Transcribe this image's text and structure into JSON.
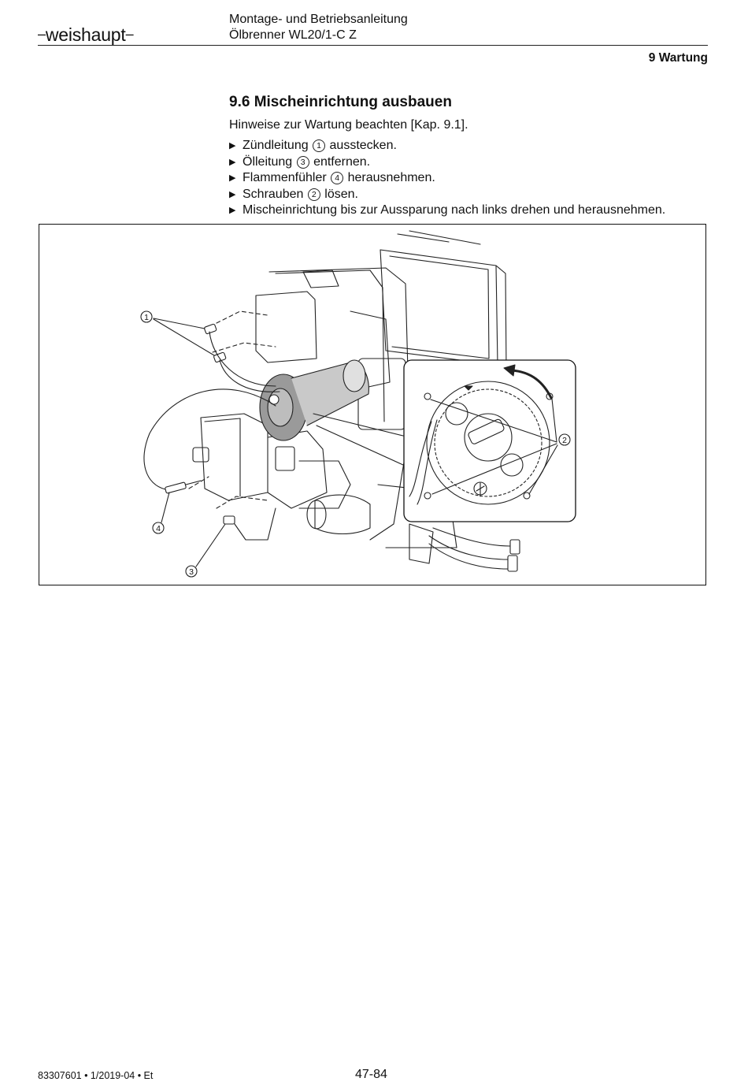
{
  "header": {
    "brand": "weishaupt",
    "title_line1": "Montage- und Betriebsanleitung",
    "title_line2": "Ölbrenner WL20/1-C Z",
    "chapter": "9 Wartung"
  },
  "section": {
    "title": "9.6 Mischeinrichtung ausbauen",
    "intro": "Hinweise zur Wartung beachten [Kap. 9.1].",
    "steps": [
      {
        "before": "Zündleitung",
        "num": "1",
        "after": "ausstecken."
      },
      {
        "before": "Ölleitung",
        "num": "3",
        "after": "entfernen."
      },
      {
        "before": "Flammenfühler",
        "num": "4",
        "after": "herausnehmen."
      },
      {
        "before": "Schrauben",
        "num": "2",
        "after": "lösen."
      },
      {
        "before": "Mischeinrichtung bis zur Aussparung nach links drehen und herausnehmen.",
        "num": "",
        "after": ""
      }
    ]
  },
  "figure": {
    "callouts": [
      "1",
      "2",
      "3",
      "4"
    ]
  },
  "footer": {
    "doc_number": "83307601 • 1/2019-04 • Et",
    "page": "47-84"
  }
}
